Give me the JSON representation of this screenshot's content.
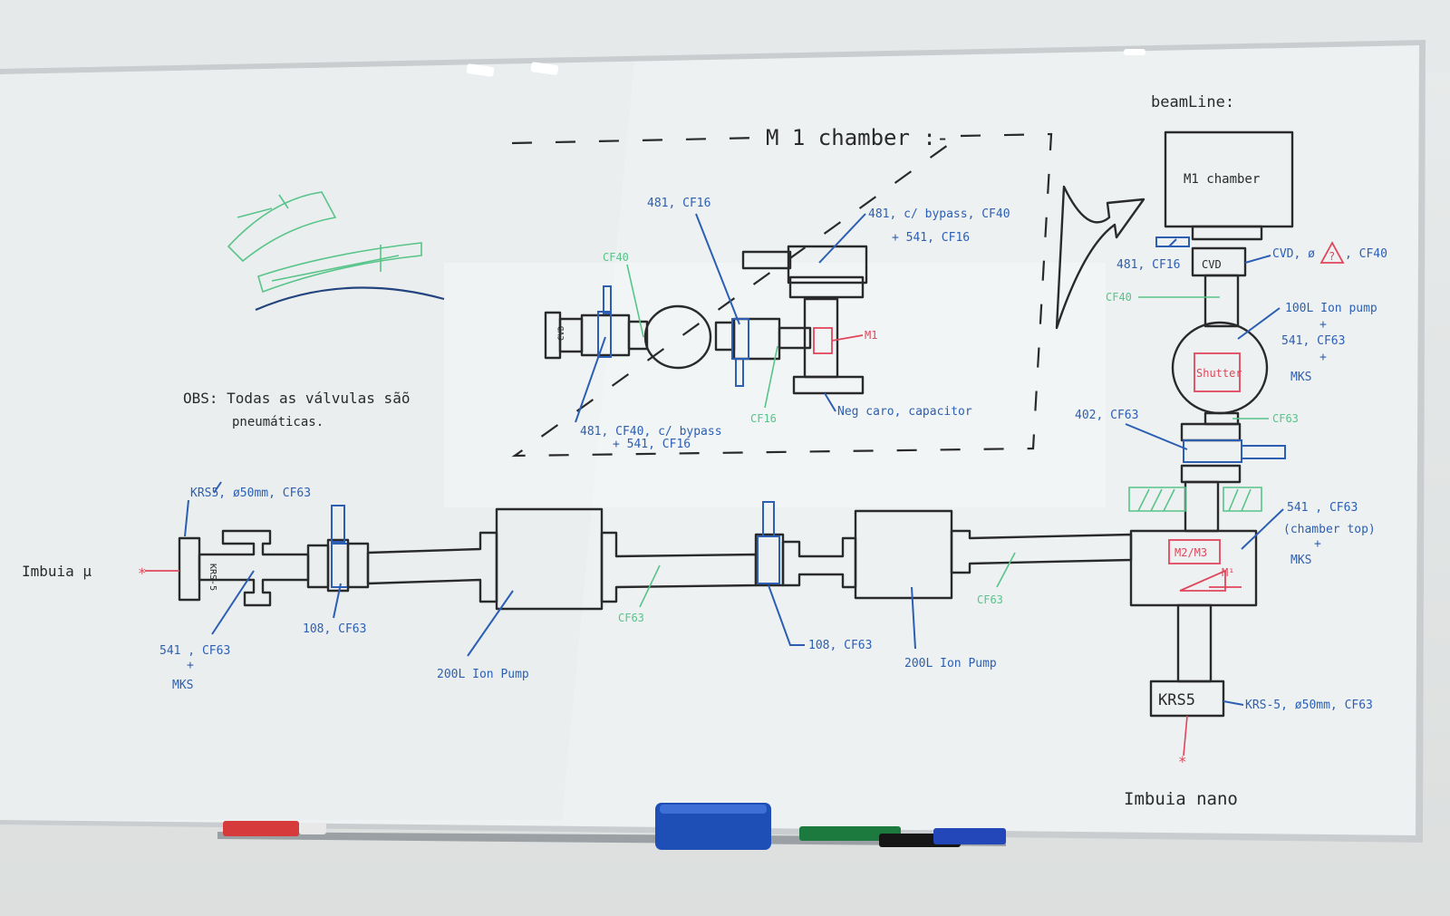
{
  "header": {
    "beamline": "beamLine:",
    "m1_chamber": "M 1  chamber :-"
  },
  "obs": {
    "line1": "OBS: Todas as válvulas sãõ",
    "line2": "pneumáticas."
  },
  "left_port": "Imbuia μ",
  "bottom_port": "Imbuia nano",
  "inset": {
    "cvd": "CVD",
    "cf40_top": "CF40",
    "v481_cf16": "481, CF16",
    "v481_bypass_cf40": "481, c/ bypass, CF40",
    "plus_541_cf16": "+ 541, CF16",
    "m1": "M1",
    "neg": "Neg caro, capacitor",
    "v481_cf40_bypass_l1": "481, CF40, c/ bypass",
    "v481_cf40_bypass_l2": "+ 541, CF16",
    "cf16": "CF16"
  },
  "beamline": {
    "m1_box": "M1 chamber",
    "cvd_box": "CVD",
    "v481": "481, CF16",
    "cvd_note": "CVD, ø",
    "warn": "?",
    "cf40_suffix": ", CF40",
    "cf40": "CF40",
    "pump_l1": "100L  Ion pump",
    "pump_l2": "+",
    "pump_l3": "541, CF63",
    "pump_l4": "+",
    "pump_l5": "MKS",
    "shutter": "Shutter",
    "v402": "402, CF63",
    "cf63": "CF63",
    "cham_l1": "541 , CF63",
    "cham_l2": "(chamber top)",
    "cham_l3": "+",
    "cham_l4": "MKS",
    "m2m3": "M2/M3",
    "m1b": "M¹",
    "krs5": "KRS5",
    "krs5_note": "KRS-5, ø50mm, CF63"
  },
  "bottom_line": {
    "krs5_top": "KRS5, ø50mm, CF63",
    "krs5_vert": "KRS-5",
    "v541_l1": "541 , CF63",
    "v541_l2": "+",
    "v541_l3": "MKS",
    "v108a": "108, CF63",
    "pump1": "200L  Ion Pump",
    "cf63a": "CF63",
    "v108b": "108, CF63",
    "pump2": "200L  Ion Pump",
    "cf63b": "CF63"
  },
  "colors": {
    "blue_marker": "#2c5fb4",
    "green_marker": "#57c489",
    "red_marker": "#e0465b",
    "black_marker": "#2a2a2a"
  }
}
